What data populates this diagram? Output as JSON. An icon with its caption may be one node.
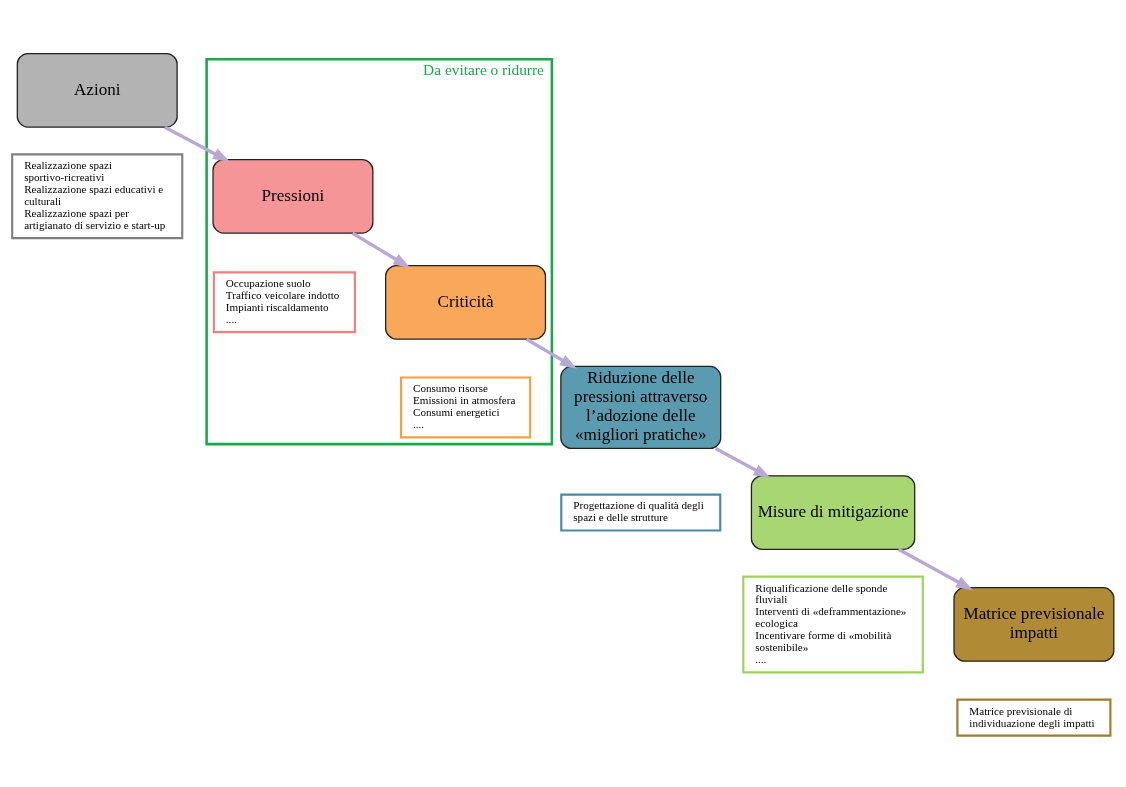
{
  "diagram": {
    "nodes": [
      {
        "text": [
          "Azioni"
        ]
      },
      {
        "text": [
          "Realizzazione spazi sportivo-ricreativi",
          "Realizzazione spazi educativi e culturali",
          "Realizzazione spazi per artigianato di servizio e start-up"
        ]
      },
      {
        "text": [
          "Da evitare o ridurre"
        ]
      },
      {
        "text": [
          "Pressioni"
        ],
        "in": 2
      },
      {
        "text": [
          "Occupazione suolo",
          "Traffico veicolare indotto",
          "Impianti riscaldamento",
          "...."
        ],
        "in": 2
      },
      {
        "text": [
          "Criticità"
        ],
        "in": 2
      },
      {
        "text": [
          "Consumo risorse",
          "Emissioni in atmosfera",
          "Consumi energetici",
          "...."
        ],
        "in": 2
      },
      {
        "text": [
          "Riduzione delle pressioni attraverso l’adozione delle «migliori pratiche»"
        ]
      },
      {
        "text": [
          "Progettazione di qualità degli spazi e delle strutture"
        ]
      },
      {
        "text": [
          "Misure di mitigazione"
        ]
      },
      {
        "text": [
          "Riqualificazione delle sponde fluviali",
          "Interventi di «deframmentazione» ecologica",
          "Incentivare forme di «mobilità sostenibile»",
          "...."
        ]
      },
      {
        "text": [
          "Matrice previsionale impatti"
        ]
      },
      {
        "text": [
          "Matrice previsionale di individuazione degli impatti"
        ]
      }
    ],
    "edges": [
      {
        "from": 0,
        "to": 3,
        "arrow": "to"
      },
      {
        "from": 3,
        "to": 5,
        "arrow": "to"
      },
      {
        "from": 5,
        "to": 7,
        "arrow": "to"
      },
      {
        "from": 7,
        "to": 9,
        "arrow": "to"
      },
      {
        "from": 9,
        "to": 11,
        "arrow": "to"
      }
    ]
  }
}
